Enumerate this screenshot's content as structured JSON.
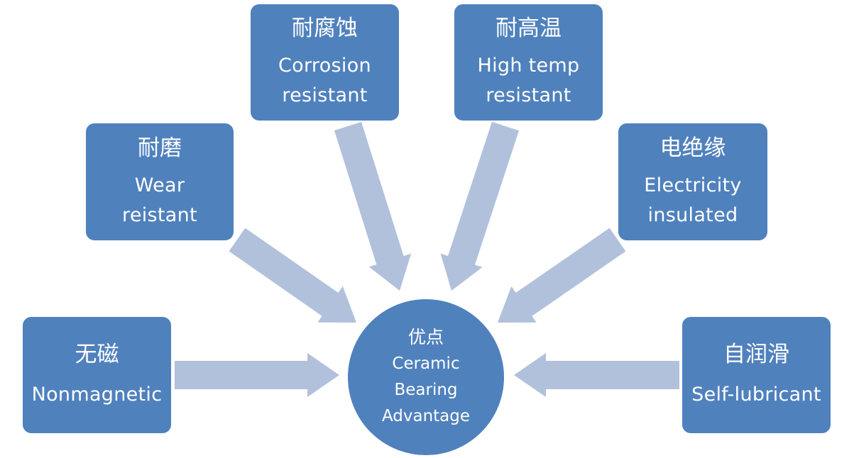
{
  "colors": {
    "node_fill": "#4f81bd",
    "arrow_fill": "#b1c1dc",
    "text": "#ffffff",
    "background": "#ffffff"
  },
  "center": {
    "cn": "优点",
    "en_lines": [
      "Ceramic",
      "Bearing",
      "Advantage"
    ]
  },
  "nodes": {
    "wear": {
      "cn": "耐磨",
      "en_lines": [
        "Wear",
        "reistant"
      ]
    },
    "corrosion": {
      "cn": "耐腐蚀",
      "en_lines": [
        "Corrosion",
        "resistant"
      ]
    },
    "hightemp": {
      "cn": "耐高温",
      "en_lines": [
        "High temp",
        "resistant"
      ]
    },
    "electricity": {
      "cn": "电绝缘",
      "en_lines": [
        "Electricity",
        "insulated"
      ]
    },
    "nonmagnetic": {
      "cn": "无磁",
      "en_lines": [
        "Nonmagnetic"
      ]
    },
    "selflub": {
      "cn": "自润滑",
      "en_lines": [
        "Self-lubricant"
      ]
    }
  },
  "arrows": [
    {
      "from": "nonmagnetic",
      "to": "center"
    },
    {
      "from": "wear",
      "to": "center"
    },
    {
      "from": "corrosion",
      "to": "center"
    },
    {
      "from": "hightemp",
      "to": "center"
    },
    {
      "from": "electricity",
      "to": "center"
    },
    {
      "from": "selflub",
      "to": "center"
    }
  ]
}
